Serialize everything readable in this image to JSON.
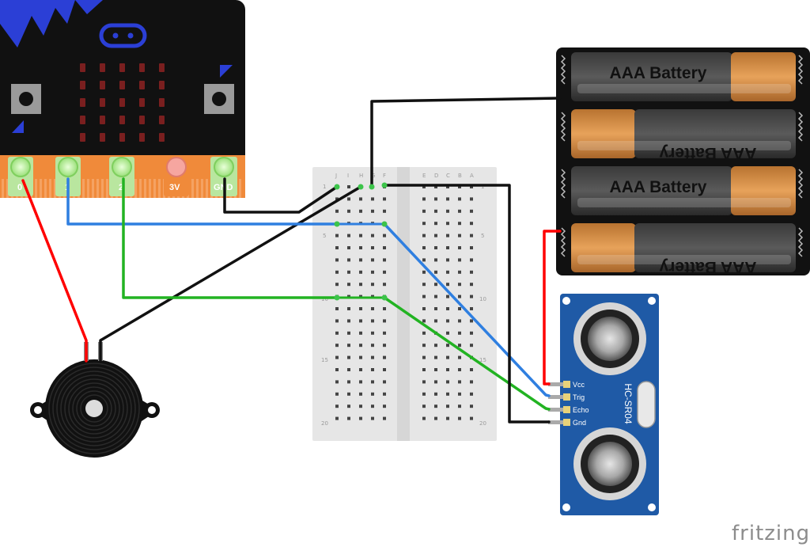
{
  "microbit": {
    "pin_labels": [
      "0",
      "1",
      "2",
      "3V",
      "GND"
    ],
    "pin_label_color": "#ffffff"
  },
  "breadboard": {
    "column_letters_left": [
      "J",
      "I",
      "H",
      "G",
      "F"
    ],
    "column_letters_right": [
      "E",
      "D",
      "C",
      "B",
      "A"
    ],
    "row_numbers": [
      "1",
      "5",
      "10",
      "15",
      "20"
    ]
  },
  "battery_pack": {
    "cells": [
      {
        "label": "AAA Battery",
        "flipped": false
      },
      {
        "label": "AAA Battery",
        "flipped": true
      },
      {
        "label": "AAA Battery",
        "flipped": false
      },
      {
        "label": "AAA Battery",
        "flipped": true
      }
    ]
  },
  "sensor": {
    "model": "HC-SR04",
    "pins": [
      "Vcc",
      "Trig",
      "Echo",
      "Gnd"
    ]
  },
  "buzzer": {
    "name": "piezo-buzzer"
  },
  "wires": [
    {
      "name": "wire-red-pin0-buzzer",
      "color": "#ff0000"
    },
    {
      "name": "wire-blue-pin1-trig",
      "color": "#2f7fe0"
    },
    {
      "name": "wire-green-pin2-echo",
      "color": "#22b322"
    },
    {
      "name": "wire-black-gnd",
      "color": "#111111"
    },
    {
      "name": "wire-red-battery-vcc",
      "color": "#ff0000"
    }
  ],
  "watermark": "fritzing",
  "colors": {
    "microbit_board": "#111111",
    "microbit_accent": "#2b3fd6",
    "pin_strip": "#f08a3a",
    "sensor_board": "#1f5aa6",
    "battery_holder": "#111111",
    "battery_copper": "#c8853a",
    "breadboard": "#e6e6e6"
  }
}
